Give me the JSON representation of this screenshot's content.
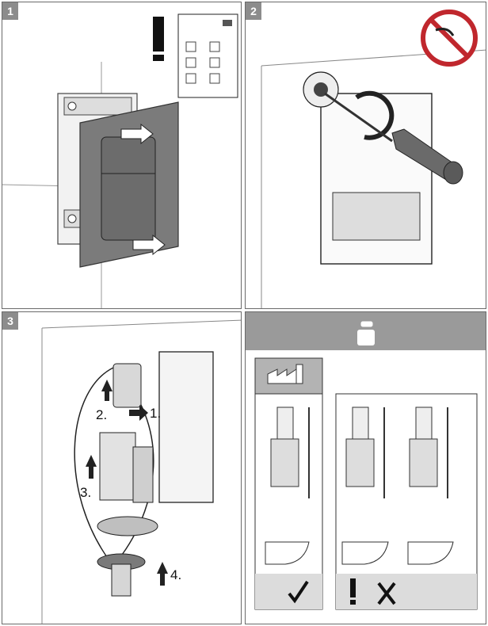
{
  "panels": [
    {
      "number": "1"
    },
    {
      "number": "2"
    },
    {
      "number": "3"
    }
  ],
  "step3_labels": [
    "2.",
    "1.",
    "3.",
    "4."
  ],
  "info_icon": "info-icon",
  "icons": {
    "warning": "exclamation-icon",
    "no_water": "no-water-spray-icon",
    "factory": "factory-icon",
    "rotate": "rotate-arrow-icon",
    "law_check": "law-book-check-icon",
    "law_cross": "law-book-cross-icon"
  },
  "colors": {
    "panel_border": "#6a6a6a",
    "number_badge": "#8c8c8c",
    "info_header": "#9a9a9a",
    "cover_plate": "#7b7b7b",
    "prohibit_red": "#c0272d"
  }
}
